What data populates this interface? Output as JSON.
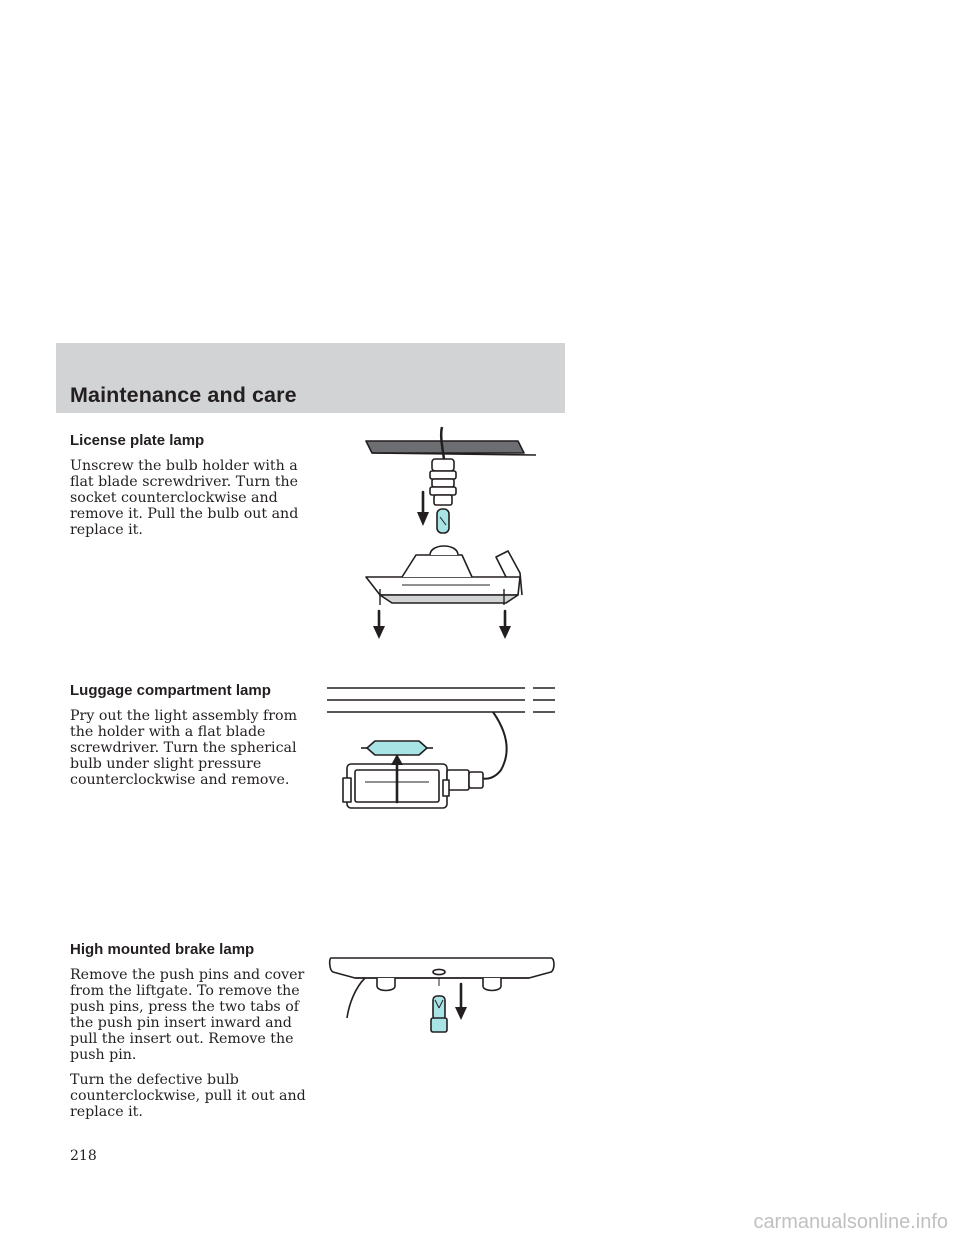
{
  "header": {
    "title": "Maintenance and care"
  },
  "sections": [
    {
      "title": "License plate lamp",
      "paragraphs": [
        "Unscrew the bulb holder with a flat blade screwdriver. Turn the socket counterclockwise and remove it. Pull the bulb out and replace it."
      ]
    },
    {
      "title": "Luggage compartment lamp",
      "paragraphs": [
        "Pry out the light assembly from the holder with a flat blade screwdriver. Turn the spherical bulb under slight pressure counterclockwise and remove."
      ]
    },
    {
      "title": "High mounted brake lamp",
      "paragraphs": [
        "Remove the push pins and cover from the liftgate. To remove the push pins, press the two tabs of the push pin insert inward and pull the insert out. Remove the push pin.",
        "Turn the defective bulb counterclockwise, pull it out and replace it."
      ]
    }
  ],
  "page_number": "218",
  "watermark": "carmanualsonline.info",
  "colors": {
    "header_band": "#d1d3d4",
    "bulb": "#a8e4e6",
    "ink": "#231f20"
  }
}
